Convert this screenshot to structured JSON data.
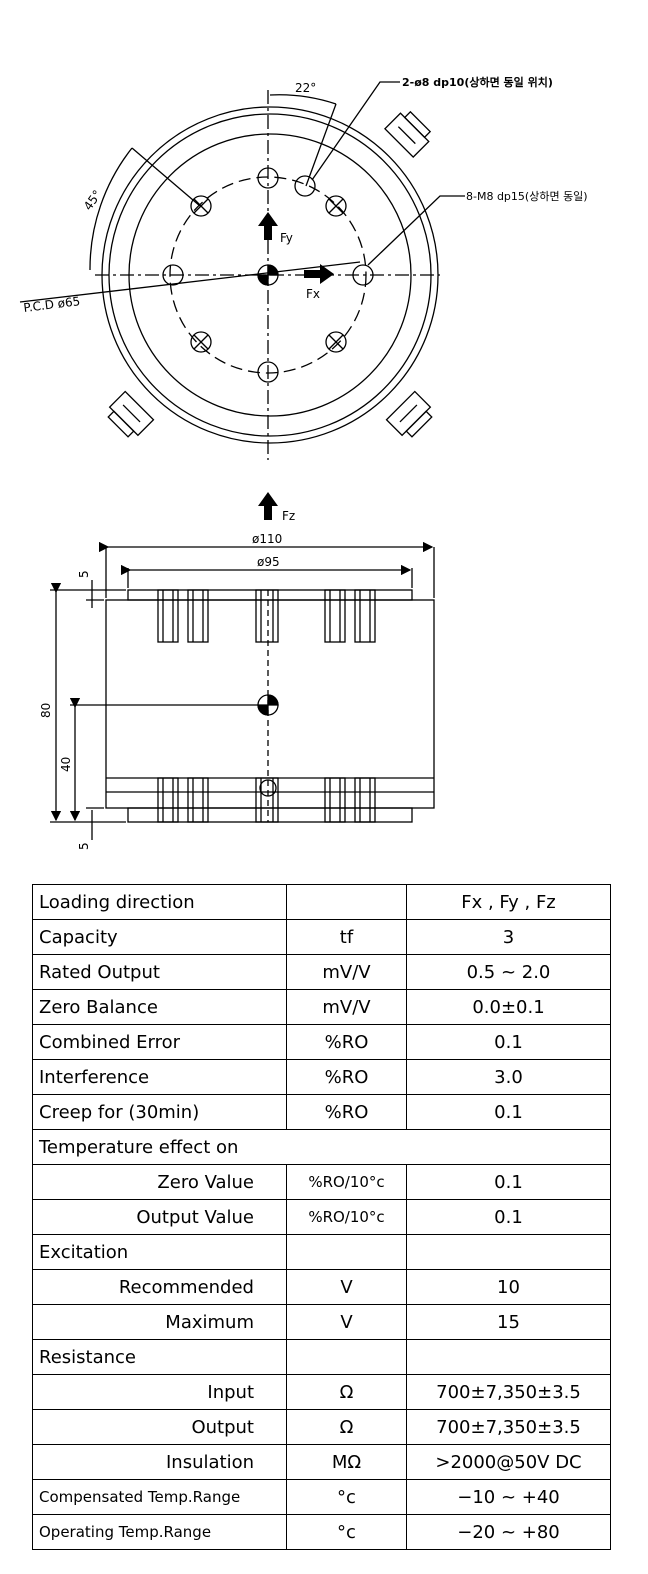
{
  "top_view": {
    "angle_22": "22°",
    "angle_45": "45°",
    "note_holes": "2-ø8 dp10(상하면 동일 위치)",
    "note_threads": "8-M8 dp15(상하면 동일)",
    "pcd": "P.C.D ø65",
    "fy": "Fy",
    "fx": "Fx"
  },
  "side_view": {
    "fz": "Fz",
    "dia_outer": "ø110",
    "dia_inner": "ø95",
    "dim_top": "5",
    "dim_height": "80",
    "dim_mid": "40",
    "dim_bottom": "5"
  },
  "spec_table": {
    "rows": [
      {
        "label": "Loading direction",
        "unit": "",
        "value": "Fx , Fy , Fz"
      },
      {
        "label": "Capacity",
        "unit": "tf",
        "value": "3"
      },
      {
        "label": "Rated Output",
        "unit": "mV/V",
        "value": "0.5 ~ 2.0"
      },
      {
        "label": "Zero Balance",
        "unit": "mV/V",
        "value": "0.0±0.1"
      },
      {
        "label": "Combined Error",
        "unit": "%RO",
        "value": "0.1"
      },
      {
        "label": "Interference",
        "unit": "%RO",
        "value": "3.0"
      },
      {
        "label": "Creep for (30min)",
        "unit": "%RO",
        "value": "0.1"
      },
      {
        "label": "Temperature effect on"
      },
      {
        "label": "Zero Value",
        "unit": "%RO/10°c",
        "value": "0.1"
      },
      {
        "label": "Output Value",
        "unit": "%RO/10°c",
        "value": "0.1"
      },
      {
        "label": "Excitation",
        "unit": "",
        "value": ""
      },
      {
        "label": "Recommended",
        "unit": "V",
        "value": "10"
      },
      {
        "label": "Maximum",
        "unit": "V",
        "value": "15"
      },
      {
        "label": "Resistance",
        "unit": "",
        "value": ""
      },
      {
        "label": "Input",
        "unit": "Ω",
        "value": "700±7,350±3.5"
      },
      {
        "label": "Output",
        "unit": "Ω",
        "value": "700±7,350±3.5"
      },
      {
        "label": "Insulation",
        "unit": "MΩ",
        "value": ">2000@50V DC"
      },
      {
        "label": "Compensated Temp.Range",
        "unit": "°c",
        "value": "−10 ~ +40"
      },
      {
        "label": "Operating Temp.Range",
        "unit": "°c",
        "value": "−20 ~ +80"
      }
    ]
  }
}
